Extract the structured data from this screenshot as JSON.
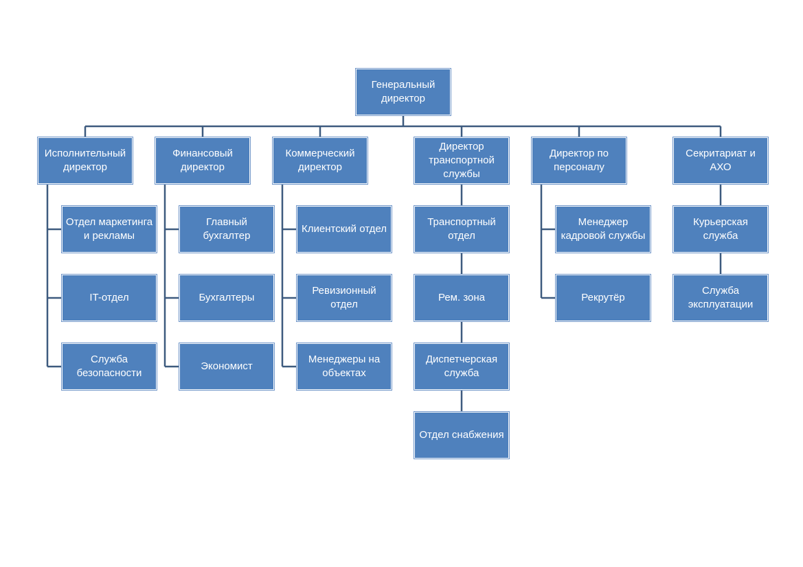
{
  "colors": {
    "box_fill": "#4f81bd",
    "box_text": "#ffffff",
    "connector": "#3d5a7e",
    "background": "#ffffff"
  },
  "root": {
    "label": "Генеральный\nдиректор"
  },
  "columns": [
    {
      "head": "Исполнительный\nдиректор",
      "layout": "indent",
      "children": [
        "Отдел маркетинга\nи рекламы",
        "IT-отдел",
        "Служба\nбезопасности"
      ]
    },
    {
      "head": "Финансовый\nдиректор",
      "layout": "indent",
      "children": [
        "Главный\nбухгалтер",
        "Бухгалтеры",
        "Экономист"
      ]
    },
    {
      "head": "Коммерческий\nдиректор",
      "layout": "indent",
      "children": [
        "Клиентский отдел",
        "Ревизионный\nотдел",
        "Менеджеры на\nобъектах"
      ]
    },
    {
      "head": "Директор\nтранспортной\nслужбы",
      "layout": "stack",
      "children": [
        "Транспортный\nотдел",
        "Рем. зона",
        "Диспетчерская\nслужба",
        "Отдел снабжения"
      ]
    },
    {
      "head": "Директор по\nперсоналу",
      "layout": "indent",
      "children": [
        "Менеджер\nкадровой службы",
        "Рекрутёр"
      ]
    },
    {
      "head": "Секритариат и\nАХО",
      "layout": "stack",
      "children": [
        "Курьерская\nслужба",
        "Служба\nэксплуатации"
      ]
    }
  ]
}
